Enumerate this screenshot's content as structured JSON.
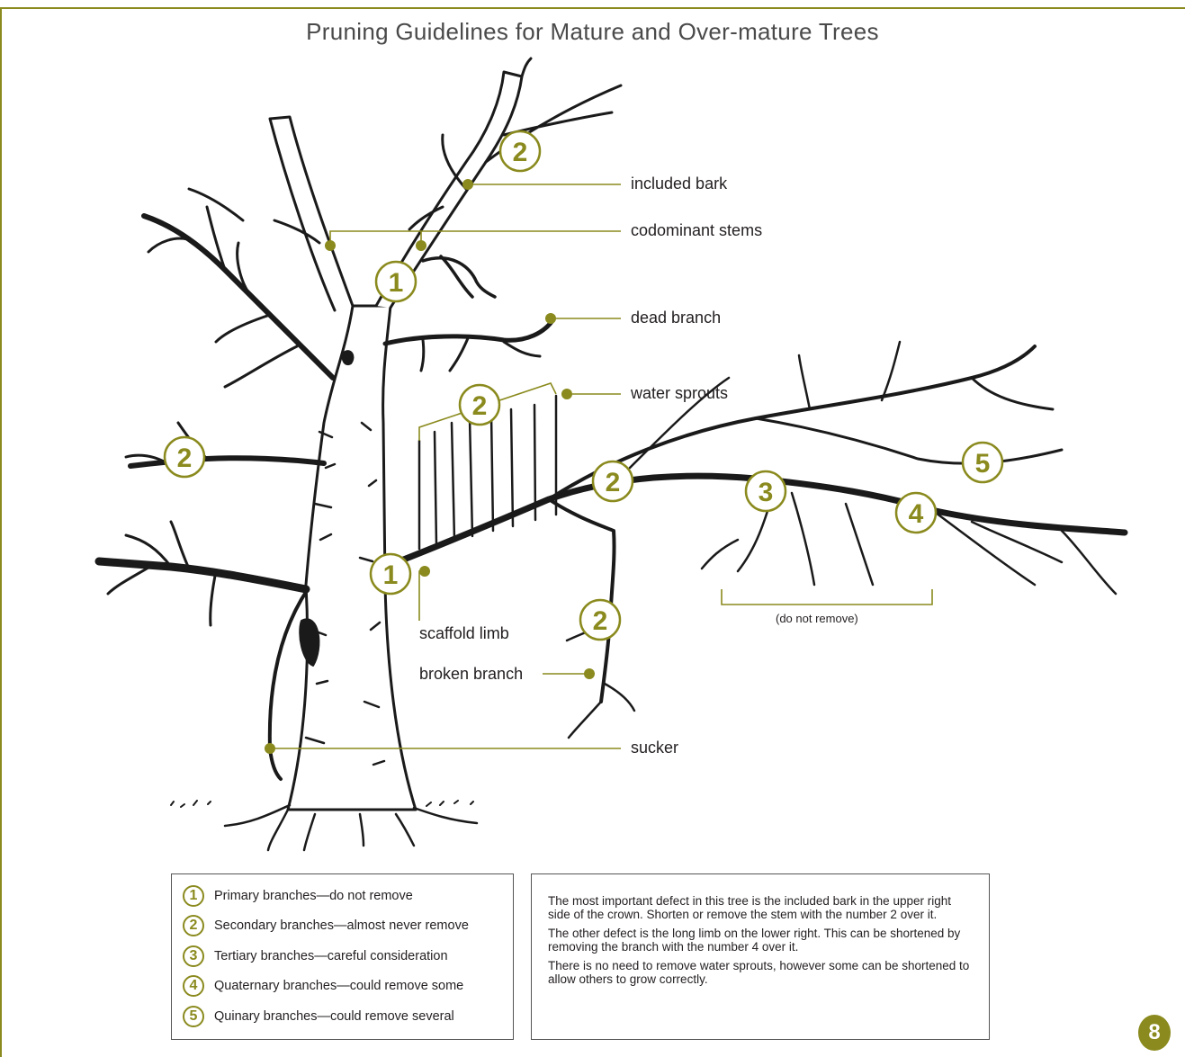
{
  "title": "Pruning Guidelines for Mature and Over-mature Trees",
  "colors": {
    "accent": "#8a8a1e",
    "ink": "#231f20"
  },
  "callouts": {
    "included_bark": "included bark",
    "codominant_stems": "codominant stems",
    "dead_branch": "dead branch",
    "water_sprouts": "water sprouts",
    "scaffold_limb": "scaffold limb",
    "broken_branch": "broken branch",
    "sucker": "sucker",
    "do_not_remove": "(do not remove)"
  },
  "badges": {
    "b1_top": "1",
    "b1_low": "1",
    "b2_top": "2",
    "b2_sprouts": "2",
    "b2_left": "2",
    "b2_limb": "2",
    "b2_hanging": "2",
    "b3": "3",
    "b4": "4",
    "b5": "5"
  },
  "legend": [
    {
      "num": "1",
      "text": "Primary branches—do not remove"
    },
    {
      "num": "2",
      "text": "Secondary branches—almost never remove"
    },
    {
      "num": "3",
      "text": "Tertiary branches—careful consideration"
    },
    {
      "num": "4",
      "text": "Quaternary branches—could remove some"
    },
    {
      "num": "5",
      "text": "Quinary branches—could remove several"
    }
  ],
  "notes": [
    "The most important defect in this tree is the included bark in the upper right side of the crown. Shorten or remove the stem with the number 2 over it.",
    "The other defect is the long limb on the lower right. This can be shortened by removing the branch with the number 4 over it.",
    "There is no need to remove water sprouts, however some can be shortened to allow others to grow correctly."
  ],
  "page_number": "8"
}
